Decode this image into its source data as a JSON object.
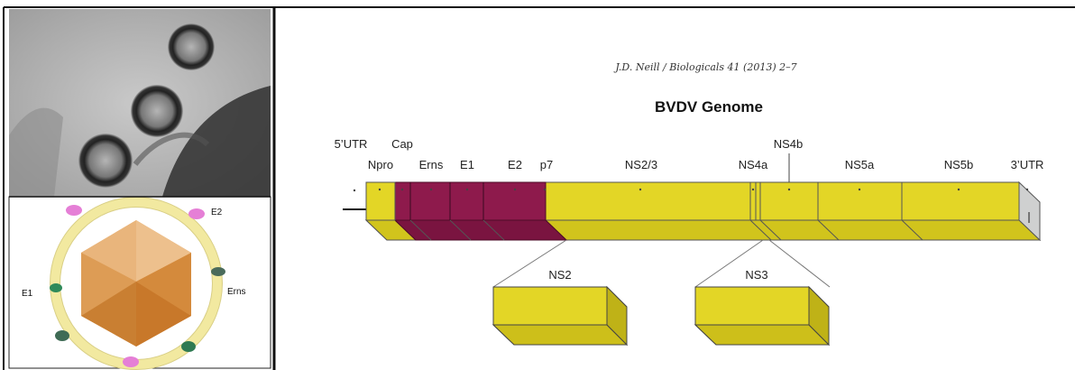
{
  "citation": "J.D. Neill / Biologicals 41 (2013) 2–7",
  "title": "BVDV Genome",
  "genome_labels": {
    "utr5": "5’UTR",
    "npro": "Npro",
    "cap": "Cap",
    "erns": "Erns",
    "e1": "E1",
    "e2": "E2",
    "p7": "p7",
    "ns23": "NS2/3",
    "ns4a": "NS4a",
    "ns4b": "NS4b",
    "ns5a": "NS5a",
    "ns5b": "NS5b",
    "utr3": "3’UTR"
  },
  "cleavage_products": {
    "ns2": "NS2",
    "ns3": "NS3"
  },
  "virion_labels": {
    "e2": "E2",
    "e1": "E1",
    "erns": "Erns"
  },
  "colors": {
    "structural": "#8e1a4c",
    "nonstructural": "#e3d626",
    "membrane": "#f2e9a0",
    "capsid": "#e3a45e"
  }
}
